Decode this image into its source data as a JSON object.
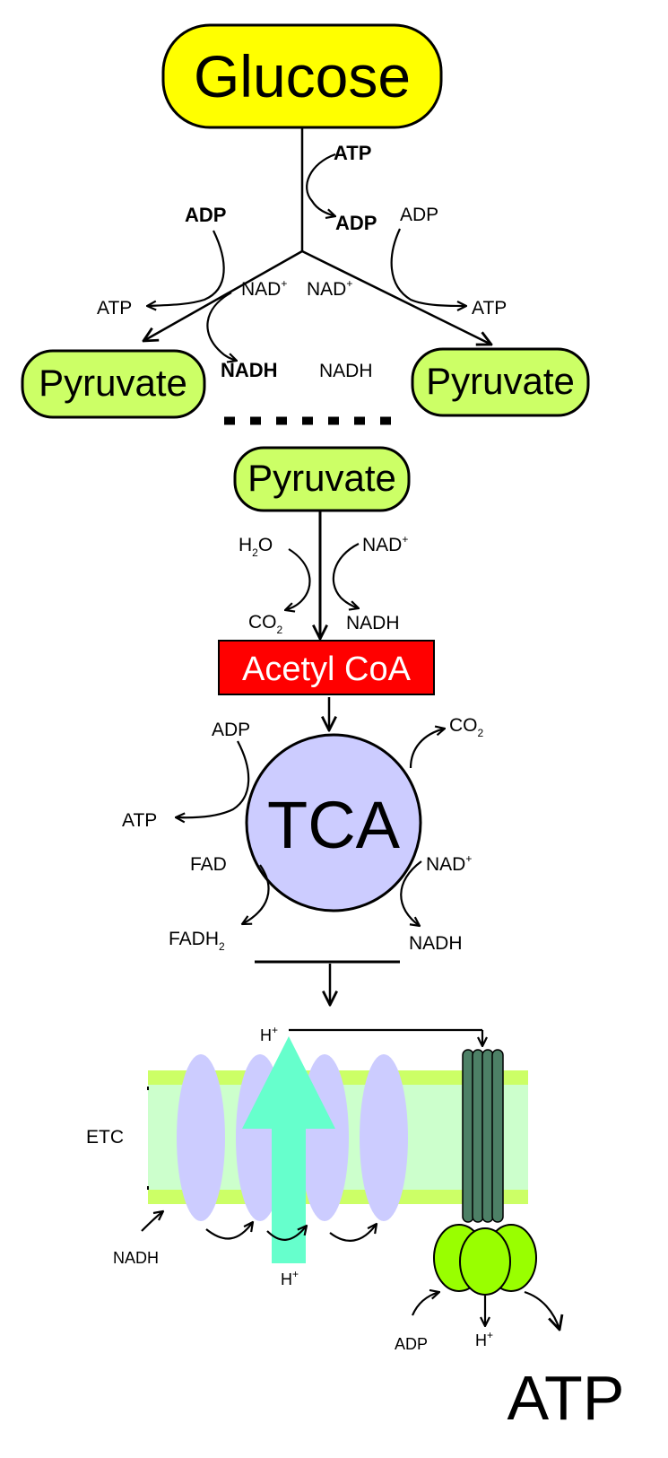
{
  "glycolysis": {
    "glucose": "Glucose",
    "pyruvate_left": "Pyruvate",
    "pyruvate_right": "Pyruvate",
    "atp_in": "ATP",
    "adp_out": "ADP",
    "adp_left_in": "ADP",
    "atp_left_out": "ATP",
    "adp_right_in": "ADP",
    "atp_right_out": "ATP",
    "nad_left": "NAD",
    "nad_right": "NAD",
    "plus": "+",
    "nadh_left": "NADH",
    "nadh_right": "NADH"
  },
  "pyruvate_oxidation": {
    "pyruvate": "Pyruvate",
    "h2o_h": "H",
    "h2o_sub": "2",
    "h2o_o": "O",
    "co2_co": "CO",
    "co2_sub": "2",
    "nad": "NAD",
    "plus": "+",
    "nadh": "NADH",
    "acetyl_coa": "Acetyl CoA"
  },
  "tca": {
    "label": "TCA",
    "adp": "ADP",
    "atp": "ATP",
    "co2_co": "CO",
    "co2_sub": "2",
    "fad": "FAD",
    "fadh2_fadh": "FADH",
    "fadh2_sub": "2",
    "nad": "NAD",
    "plus": "+",
    "nadh": "NADH"
  },
  "etc": {
    "label": "ETC",
    "h_top": "H",
    "h_plus": "+",
    "h_bottom": "H",
    "h_bottom_plus": "+",
    "nadh": "NADH",
    "adp": "ADP",
    "h_synthase": "H",
    "h_synthase_plus": "+",
    "atp": "ATP"
  },
  "colors": {
    "glucose_fill": "#ffff00",
    "pyruvate_fill": "#ccff66",
    "acetyl_fill": "#ff0000",
    "tca_fill": "#ccccff",
    "membrane_edge": "#ccff66",
    "membrane_core": "#ccffcc",
    "complex_fill": "#ccccff",
    "proton_arrow": "#66ffcc",
    "stalk_fill": "#4d8066",
    "head_fill": "#99ff00"
  },
  "icons": {
    "conversion_arrow": "curved-arrow",
    "flow_arrow": "straight-arrow"
  }
}
